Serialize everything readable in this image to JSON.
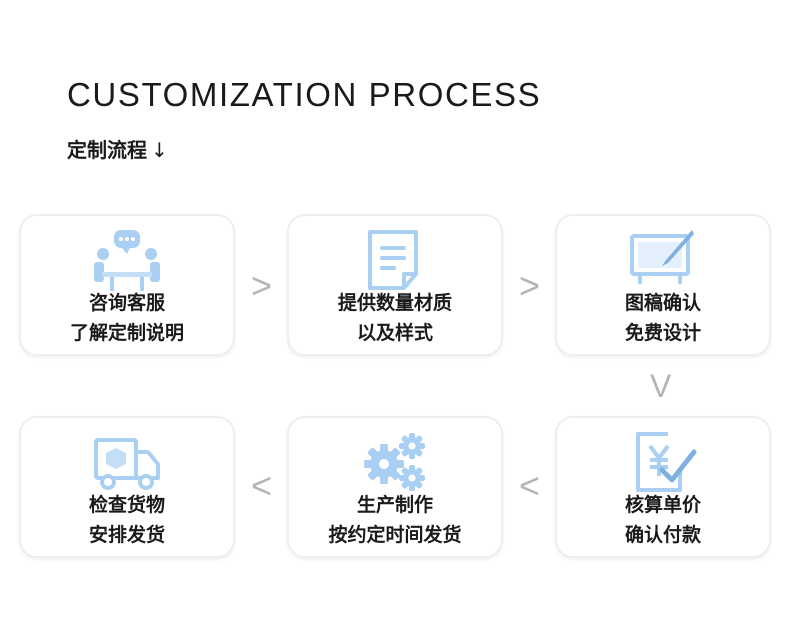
{
  "title": "CUSTOMIZATION PROCESS",
  "subtitle": "定制流程",
  "subtitle_arrow": "↓",
  "colors": {
    "icon_blue": "#a9cff2",
    "icon_dark": "#7fb0e0",
    "separator": "#b4b4b4",
    "card_border": "#eeeeee"
  },
  "steps": [
    {
      "icon": "consult-icon",
      "line1": "咨询客服",
      "line2": "了解定制说明"
    },
    {
      "icon": "document-icon",
      "line1": "提供数量材质",
      "line2": "以及样式"
    },
    {
      "icon": "design-tablet-icon",
      "line1": "图稿确认",
      "line2": "免费设计"
    },
    {
      "icon": "price-confirm-icon",
      "line1": "核算单价",
      "line2": "确认付款"
    },
    {
      "icon": "gears-icon",
      "line1": "生产制作",
      "line2": "按约定时间发货"
    },
    {
      "icon": "delivery-truck-icon",
      "line1": "检查货物",
      "line2": "安排发货"
    }
  ],
  "separators": {
    "right": ">",
    "down": "V",
    "left": "<"
  }
}
